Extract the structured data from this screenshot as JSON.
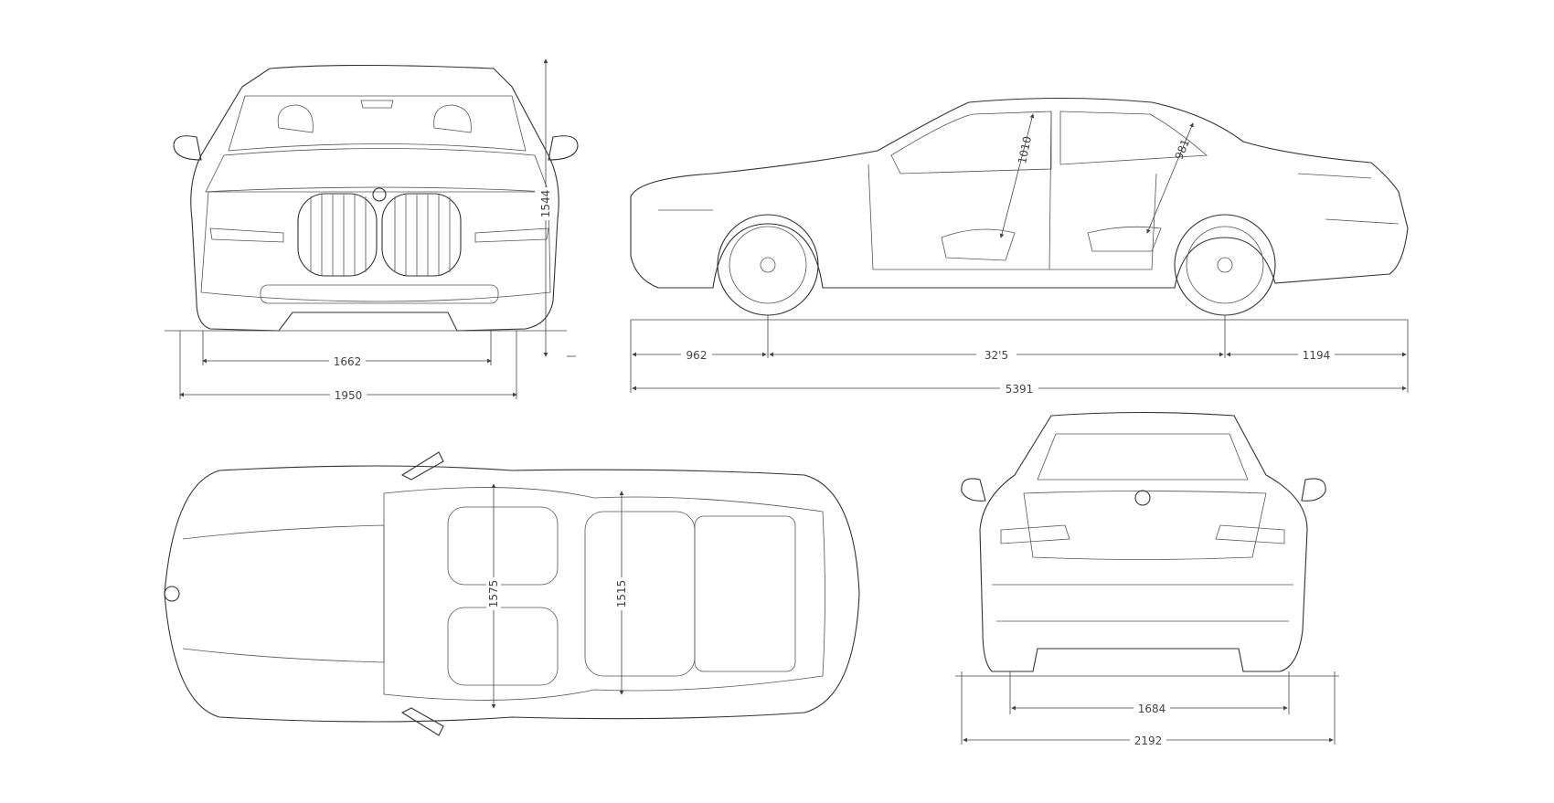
{
  "title": "Vehicle dimensions blueprint",
  "views": [
    "front",
    "side",
    "top",
    "rear"
  ],
  "dimensions": {
    "front_height": "1544",
    "front_track": "1662",
    "front_width": "1950",
    "front_overhang": "962",
    "wheelbase": "32'5",
    "rear_overhang": "1194",
    "overall_length": "5391",
    "front_headroom": "1010",
    "rear_headroom": "981",
    "front_shoulder_width": "1575",
    "rear_shoulder_width": "1515",
    "rear_track": "1684",
    "overall_width_mirrors": "2192"
  },
  "colors": {
    "line": "#333333",
    "background": "#ffffff"
  }
}
